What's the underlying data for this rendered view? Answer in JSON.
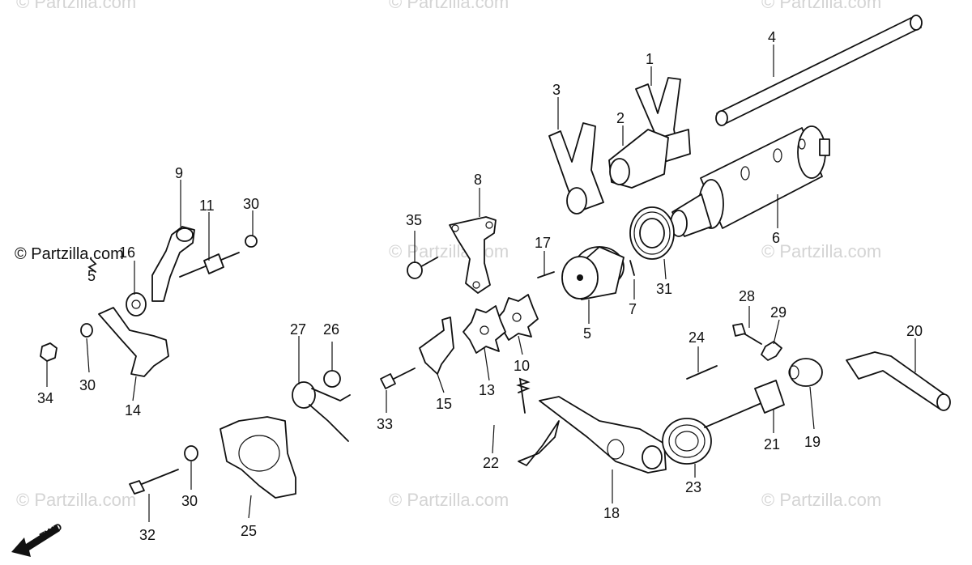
{
  "watermark": "© Partzilla.com",
  "direction_label": "FWD",
  "callouts": [
    "1",
    "2",
    "3",
    "4",
    "5",
    "6",
    "7",
    "8",
    "9",
    "10",
    "11",
    "13",
    "14",
    "15",
    "16",
    "17",
    "18",
    "19",
    "20",
    "21",
    "22",
    "23",
    "24",
    "25",
    "26",
    "27",
    "28",
    "29",
    "30",
    "30",
    "30",
    "31",
    "32",
    "33",
    "34",
    "35",
    "5"
  ]
}
